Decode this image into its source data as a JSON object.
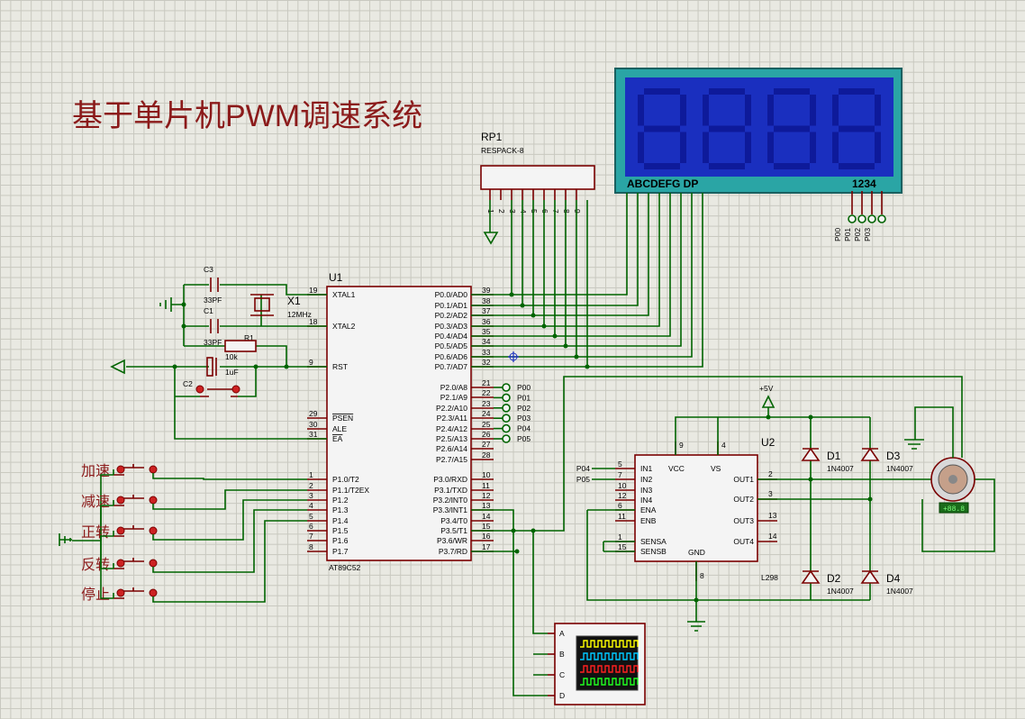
{
  "title": "基于单片机PWM调速系统",
  "rp1": {
    "ref": "RP1",
    "value": "RESPACK-8",
    "pins": [
      "1",
      "2",
      "3",
      "4",
      "5",
      "6",
      "7",
      "8",
      "9"
    ]
  },
  "display": {
    "seg_label": "ABCDEFG DP",
    "digit_label": "1234",
    "digit_pins": [
      "P00",
      "P01",
      "P02",
      "P03"
    ]
  },
  "u1": {
    "ref": "U1",
    "part": "AT89C52",
    "left_pins": [
      {
        "num": "19",
        "name": "XTAL1"
      },
      {
        "num": "18",
        "name": "XTAL2"
      },
      {
        "num": "9",
        "name": "RST"
      },
      {
        "num": "29",
        "name": "PSEN"
      },
      {
        "num": "30",
        "name": "ALE"
      },
      {
        "num": "31",
        "name": "EA"
      },
      {
        "num": "1",
        "name": "P1.0/T2"
      },
      {
        "num": "2",
        "name": "P1.1/T2EX"
      },
      {
        "num": "3",
        "name": "P1.2"
      },
      {
        "num": "4",
        "name": "P1.3"
      },
      {
        "num": "5",
        "name": "P1.4"
      },
      {
        "num": "6",
        "name": "P1.5"
      },
      {
        "num": "7",
        "name": "P1.6"
      },
      {
        "num": "8",
        "name": "P1.7"
      }
    ],
    "right_pins": [
      {
        "num": "39",
        "name": "P0.0/AD0"
      },
      {
        "num": "38",
        "name": "P0.1/AD1"
      },
      {
        "num": "37",
        "name": "P0.2/AD2"
      },
      {
        "num": "36",
        "name": "P0.3/AD3"
      },
      {
        "num": "35",
        "name": "P0.4/AD4"
      },
      {
        "num": "34",
        "name": "P0.5/AD5"
      },
      {
        "num": "33",
        "name": "P0.6/AD6"
      },
      {
        "num": "32",
        "name": "P0.7/AD7"
      },
      {
        "num": "21",
        "name": "P2.0/A8"
      },
      {
        "num": "22",
        "name": "P2.1/A9"
      },
      {
        "num": "23",
        "name": "P2.2/A10"
      },
      {
        "num": "24",
        "name": "P2.3/A11"
      },
      {
        "num": "25",
        "name": "P2.4/A12"
      },
      {
        "num": "26",
        "name": "P2.5/A13"
      },
      {
        "num": "27",
        "name": "P2.6/A14"
      },
      {
        "num": "28",
        "name": "P2.7/A15"
      },
      {
        "num": "10",
        "name": "P3.0/RXD"
      },
      {
        "num": "11",
        "name": "P3.1/TXD"
      },
      {
        "num": "12",
        "name": "P3.2/INT0"
      },
      {
        "num": "13",
        "name": "P3.3/INT1"
      },
      {
        "num": "14",
        "name": "P3.4/T0"
      },
      {
        "num": "15",
        "name": "P3.5/T1"
      },
      {
        "num": "16",
        "name": "P3.6/WR"
      },
      {
        "num": "17",
        "name": "P3.7/RD"
      }
    ],
    "p2_terminals": [
      "P00",
      "P01",
      "P02",
      "P03",
      "P04",
      "P05"
    ]
  },
  "components": {
    "c3": {
      "ref": "C3",
      "value": "33PF"
    },
    "c1": {
      "ref": "C1",
      "value": "33PF"
    },
    "x1": {
      "ref": "X1",
      "value": "12MHz"
    },
    "r1": {
      "ref": "R1",
      "value": "10k"
    },
    "c2": {
      "ref": "C2",
      "value": "1uF"
    }
  },
  "buttons": [
    "加速",
    "减速",
    "正转",
    "反转",
    "停止"
  ],
  "u2": {
    "ref": "U2",
    "part": "L298",
    "left_pins": [
      {
        "num": "5",
        "name": "IN1"
      },
      {
        "num": "7",
        "name": "IN2"
      },
      {
        "num": "10",
        "name": "IN3"
      },
      {
        "num": "12",
        "name": "IN4"
      },
      {
        "num": "6",
        "name": "ENA"
      },
      {
        "num": "11",
        "name": "ENB"
      },
      {
        "num": "1",
        "name": "SENSA"
      },
      {
        "num": "15",
        "name": "SENSB"
      }
    ],
    "top_pins": [
      {
        "num": "9",
        "name": "VCC"
      },
      {
        "num": "4",
        "name": "VS"
      }
    ],
    "right_pins": [
      {
        "num": "2",
        "name": "OUT1"
      },
      {
        "num": "3",
        "name": "OUT2"
      },
      {
        "num": "13",
        "name": "OUT3"
      },
      {
        "num": "14",
        "name": "OUT4"
      }
    ],
    "bottom_pin": {
      "num": "8",
      "name": "GND"
    },
    "in_labels": [
      "P04",
      "P05"
    ]
  },
  "power": {
    "label": "+5V"
  },
  "diodes": [
    {
      "ref": "D1",
      "value": "1N4007"
    },
    {
      "ref": "D3",
      "value": "1N4007"
    },
    {
      "ref": "D2",
      "value": "1N4007"
    },
    {
      "ref": "D4",
      "value": "1N4007"
    }
  ],
  "motor": {
    "readout": "+88.8"
  },
  "scope": {
    "channels": [
      "A",
      "B",
      "C",
      "D"
    ],
    "colors": [
      "#ffff00",
      "#00c8ff",
      "#ff2020",
      "#20ff20"
    ]
  },
  "colors": {
    "wire": "#006400",
    "pin": "#7a0000",
    "title": "#8b1a1a",
    "display_bg": "#1a2fbf",
    "display_frame": "#2aa5a5"
  }
}
